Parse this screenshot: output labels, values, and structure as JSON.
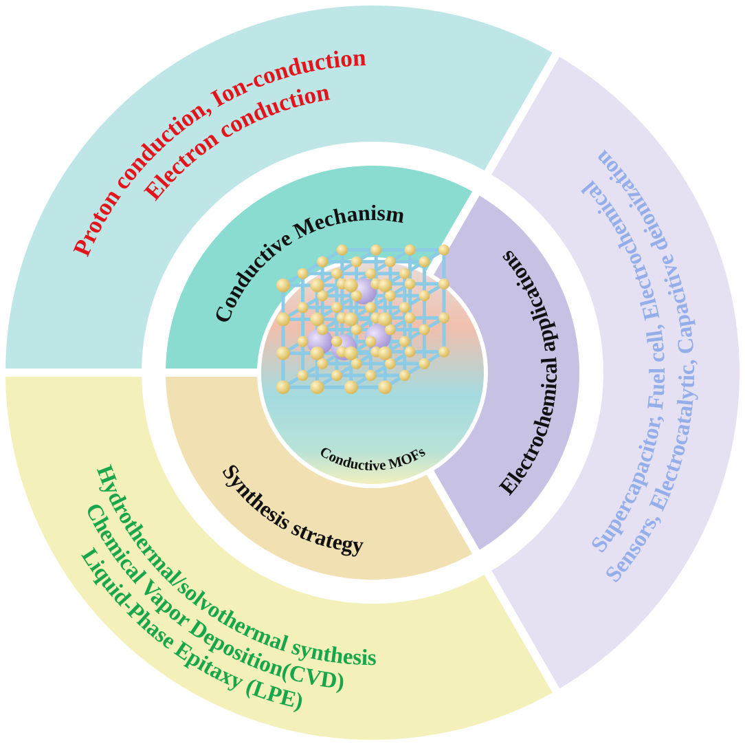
{
  "center": {
    "label": "Conductive MOFs"
  },
  "inner_ring": {
    "mechanism": "Conductive Mechanism",
    "applications": "Electrochemical applications",
    "synthesis": "Synthesis strategy"
  },
  "outer_ring": {
    "mechanism_lines": [
      "Proton conduction, Ion-conduction",
      "Electron conduction"
    ],
    "applications_lines": [
      "Supercapacitor,  Fuel cell,  Electrochemical",
      "Sensors,  Electrocatalytic, Capacitive deionization"
    ],
    "synthesis_lines": [
      "Hydrothermal/solvothermal synthesis",
      "Chemical Vapor Deposition(CVD)",
      "Liquid-Phase Epitaxy (LPE)"
    ]
  },
  "colors": {
    "outer_teal": "#bfe6e7",
    "outer_purple": "#e5e1f3",
    "outer_yellow": "#f3f0b9",
    "inner_teal": "#8adcd1",
    "inner_purple": "#c7c2e3",
    "inner_tan": "#f1e1b2",
    "red_text": "#e3141b",
    "blue_text": "#93aee9",
    "green_text": "#19a64a"
  }
}
